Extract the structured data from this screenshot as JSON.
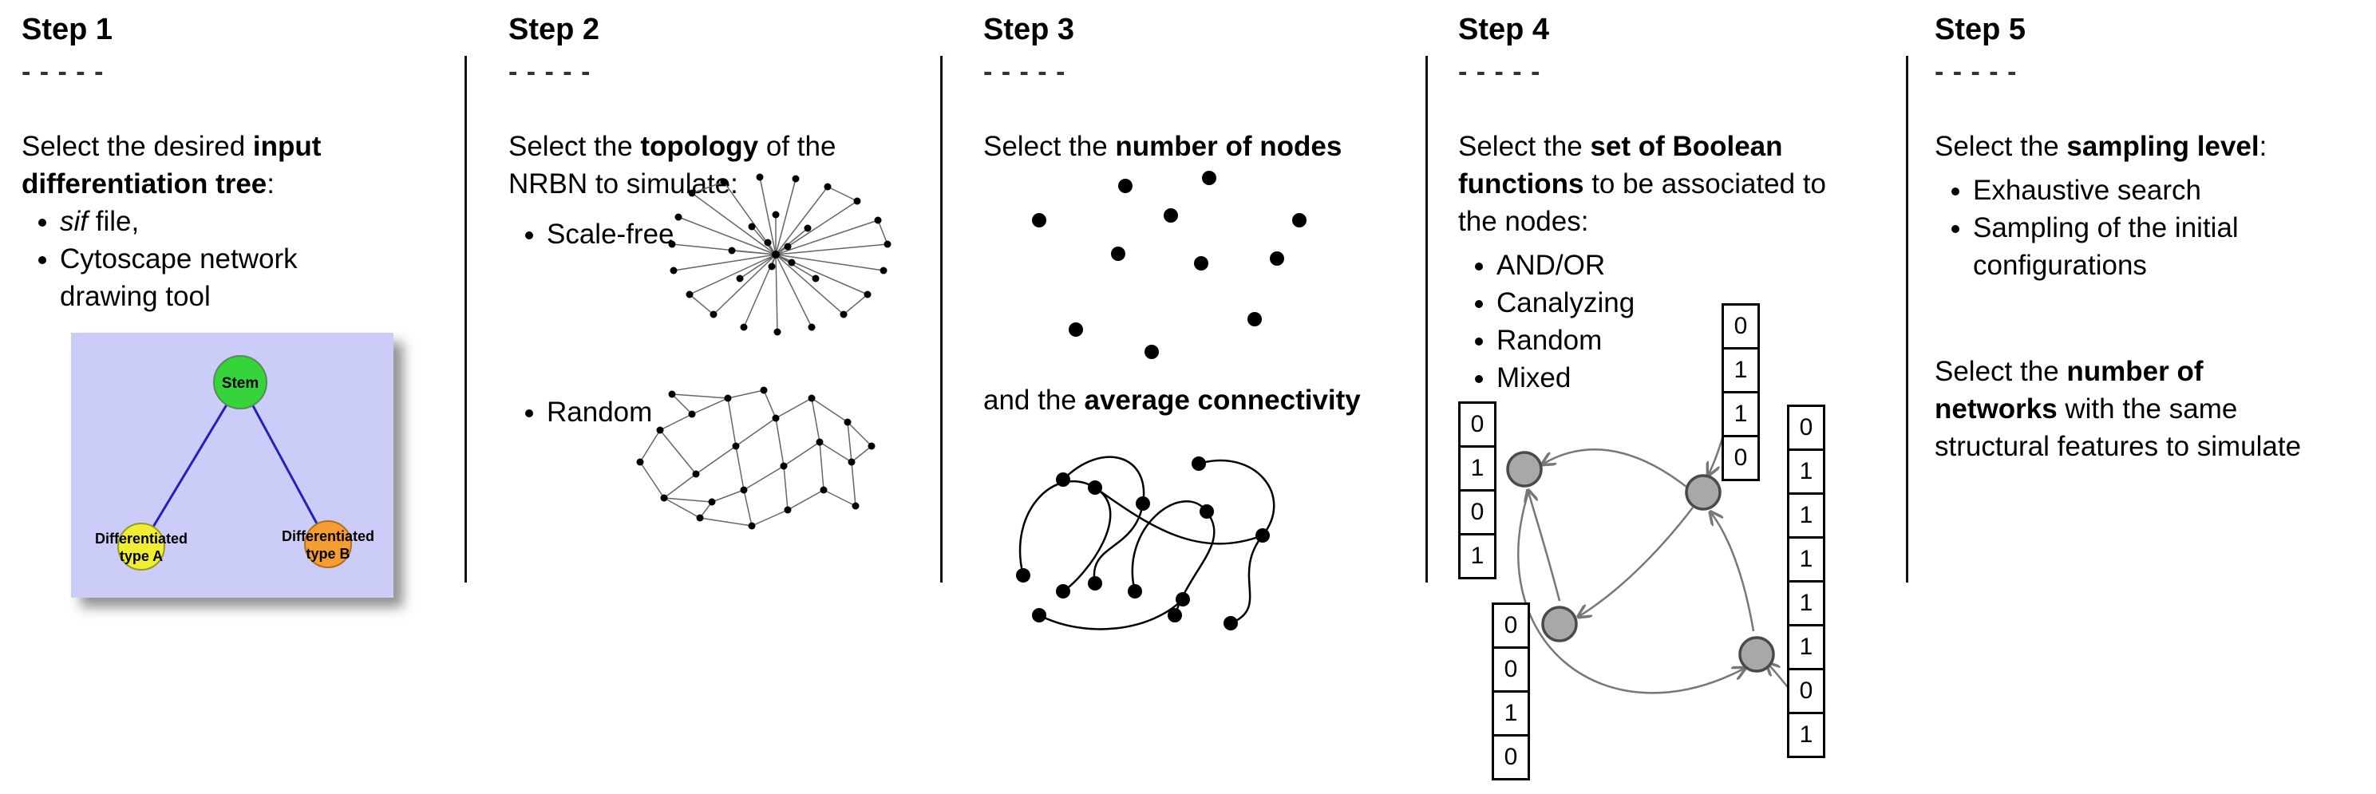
{
  "colors": {
    "dash_color": "#333333",
    "divider": "#111111",
    "tree_bg": "#ccccf8",
    "tree_edge": "#2222bb",
    "stem_node": "#35d43a",
    "type_a_node": "#f0ee33",
    "type_b_node": "#f59d30",
    "node_gray": "#a8a8a8"
  },
  "steps": {
    "step1": {
      "title": "Step 1",
      "dashes": "- - - - -",
      "intro_lines": [
        [
          {
            "t": "Select the desired "
          },
          {
            "t": "input",
            "b": true
          }
        ],
        [
          {
            "t": "differentiation tree",
            "b": true
          },
          {
            "t": ":"
          }
        ]
      ],
      "bullets": [
        {
          "lines": [
            [
              {
                "t": "sif",
                "i": true
              },
              {
                "t": " file,"
              }
            ]
          ]
        },
        {
          "lines": [
            [
              {
                "t": "Cytoscape network"
              }
            ],
            [
              {
                "t": "drawing tool"
              }
            ]
          ]
        }
      ],
      "tree": {
        "stem": "Stem",
        "type_a_line1": "Differentiated",
        "type_a_line2": "type A",
        "type_b_line1": "Differentiated",
        "type_b_line2": "type B"
      }
    },
    "step2": {
      "title": "Step 2",
      "dashes": "- - - - -",
      "intro_lines": [
        [
          {
            "t": "Select the "
          },
          {
            "t": "topology",
            "b": true
          },
          {
            "t": " of the"
          }
        ],
        [
          {
            "t": "NRBN to simulate:"
          }
        ]
      ],
      "bullets": [
        {
          "lines": [
            [
              {
                "t": "Scale-free"
              }
            ]
          ]
        },
        {
          "lines": [
            [
              {
                "t": "Random"
              }
            ]
          ]
        }
      ]
    },
    "step3": {
      "title": "Step 3",
      "dashes": "- - - - -",
      "line1": [
        {
          "t": "Select the "
        },
        {
          "t": "number of nodes",
          "b": true
        }
      ],
      "line2": [
        {
          "t": "and the "
        },
        {
          "t": "average connectivity",
          "b": true
        }
      ]
    },
    "step4": {
      "title": "Step 4",
      "dashes": "- - - - -",
      "intro_lines": [
        [
          {
            "t": "Select the "
          },
          {
            "t": "set of Boolean",
            "b": true
          }
        ],
        [
          {
            "t": "functions",
            "b": true
          },
          {
            "t": " to be associated to"
          }
        ],
        [
          {
            "t": "the nodes:"
          }
        ]
      ],
      "bullets": [
        {
          "lines": [
            [
              {
                "t": "AND/OR"
              }
            ]
          ]
        },
        {
          "lines": [
            [
              {
                "t": "Canalyzing"
              }
            ]
          ]
        },
        {
          "lines": [
            [
              {
                "t": "Random"
              }
            ]
          ]
        },
        {
          "lines": [
            [
              {
                "t": "Mixed"
              }
            ]
          ]
        }
      ],
      "truth_tables": {
        "top": [
          "0",
          "1",
          "1",
          "0"
        ],
        "left": [
          "0",
          "1",
          "0",
          "1"
        ],
        "bottom_left": [
          "0",
          "0",
          "1",
          "0"
        ],
        "right": [
          "0",
          "1",
          "1",
          "1",
          "1",
          "1",
          "0",
          "1"
        ]
      }
    },
    "step5": {
      "title": "Step 5",
      "dashes": "- - - - -",
      "intro_lines": [
        [
          {
            "t": "Select the "
          },
          {
            "t": "sampling level",
            "b": true
          },
          {
            "t": ":"
          }
        ]
      ],
      "bullets": [
        {
          "lines": [
            [
              {
                "t": "Exhaustive search"
              }
            ]
          ]
        },
        {
          "lines": [
            [
              {
                "t": "Sampling of the initial"
              }
            ],
            [
              {
                "t": "configurations"
              }
            ]
          ]
        }
      ],
      "second_lines": [
        [
          {
            "t": "Select the "
          },
          {
            "t": "number of",
            "b": true
          }
        ],
        [
          {
            "t": "networks",
            "b": true
          },
          {
            "t": " with the same"
          }
        ],
        [
          {
            "t": "structural features to simulate"
          }
        ]
      ]
    }
  }
}
